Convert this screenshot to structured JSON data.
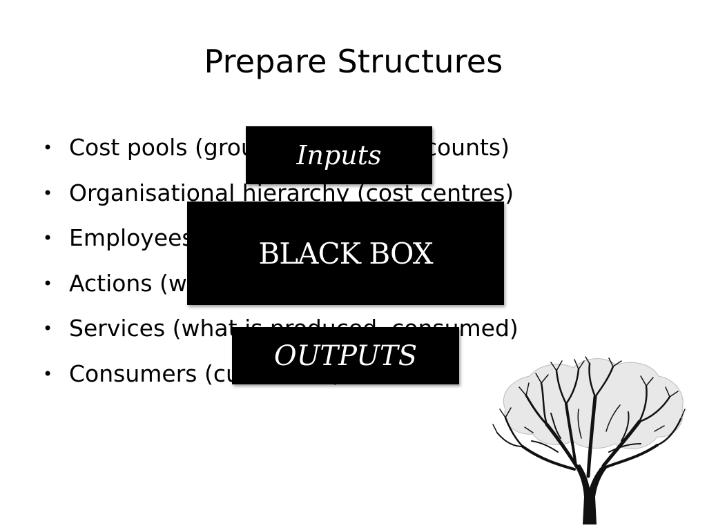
{
  "slide": {
    "title": "Prepare Structures",
    "bullets": [
      {
        "marker": "•",
        "text": "Cost pools (groups of ledger accounts)"
      },
      {
        "marker": "•",
        "text": "Organisational hierarchy (cost centres)"
      },
      {
        "marker": "•",
        "text": "Employees (roles and positions)"
      },
      {
        "marker": "•",
        "text": "Actions (what is done)"
      },
      {
        "marker": "•",
        "text": "Services (what is produced, consumed)"
      },
      {
        "marker": "•",
        "text": "Consumers (customers)"
      }
    ],
    "boxes": {
      "inputs": "Inputs",
      "black_box": "BLACK BOX",
      "outputs": "OUTPUTS"
    },
    "image_icon": "bare-tree-icon",
    "colors": {
      "background": "#ffffff",
      "box_fill": "#000000",
      "box_text": "#ffffff",
      "text": "#000000"
    }
  }
}
